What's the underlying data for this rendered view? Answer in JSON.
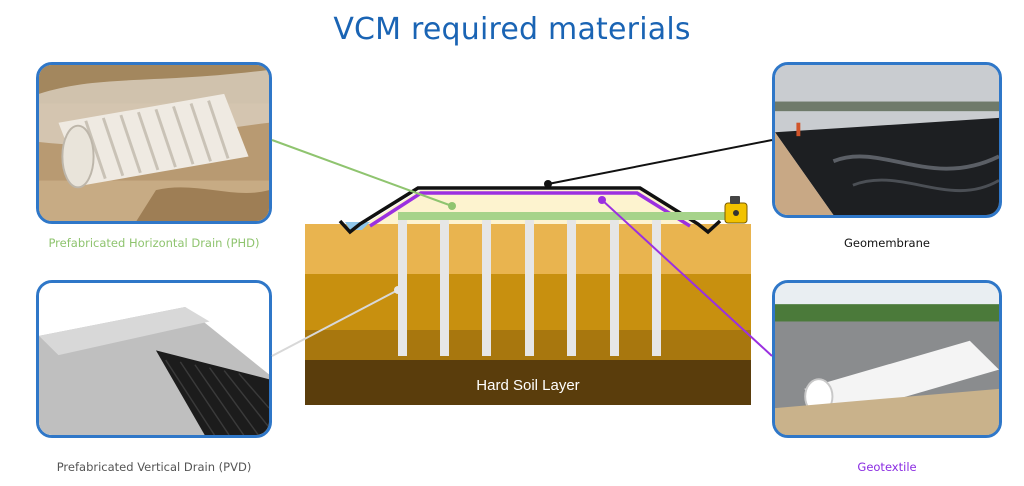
{
  "title": "VCM required materials",
  "diagram": {
    "soil_label": "Hard Soil Layer"
  },
  "materials": [
    {
      "id": "phd",
      "caption": "Prefabricated Horizontal Drain (PHD)",
      "color": "#8fc46f"
    },
    {
      "id": "pvd",
      "caption": "Prefabricated Vertical Drain (PVD)",
      "color": "#555555"
    },
    {
      "id": "geomembrane",
      "caption": "Geomembrane",
      "color": "#111111"
    },
    {
      "id": "geotextile",
      "caption": "Geotextile",
      "color": "#8a2be2"
    }
  ],
  "colors": {
    "title": "#1a64b4",
    "frame": "#2f77c8",
    "soil_top": "#e9b44f",
    "soil_mid": "#c8900f",
    "soil_low": "#9c6d0c",
    "hard_soil": "#5a3d0c",
    "fill": "#fdf3cf",
    "drain": "#a6d38a",
    "pvd": "#e6e6e6",
    "geomembrane": "#111111",
    "geotextile": "#9b30e0"
  }
}
